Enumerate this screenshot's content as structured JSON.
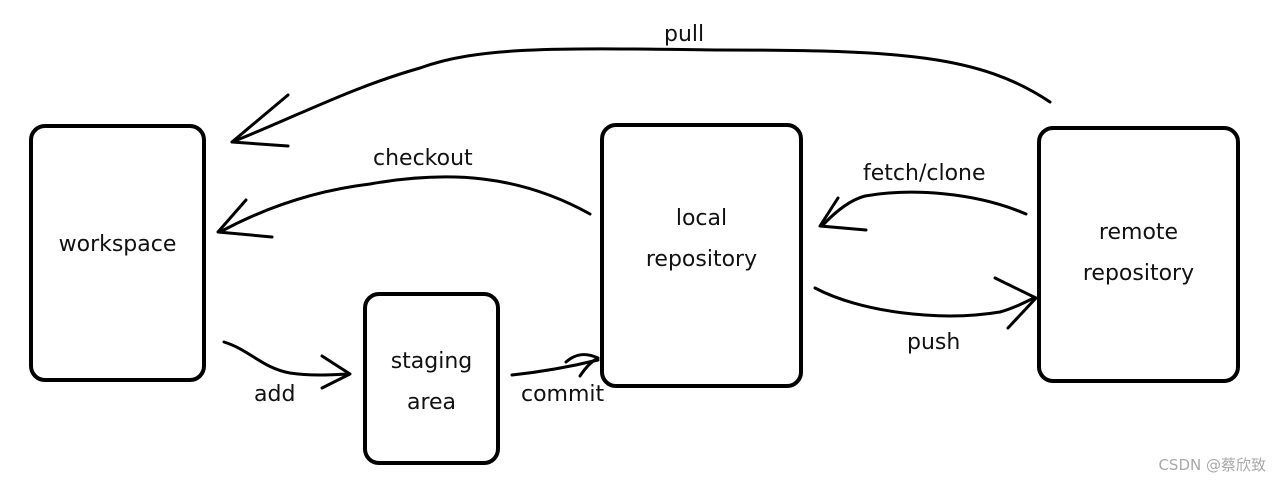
{
  "nodes": {
    "workspace": {
      "lines": [
        "workspace"
      ]
    },
    "staging": {
      "lines": [
        "staging",
        "area"
      ]
    },
    "local": {
      "lines": [
        "local",
        "repository"
      ]
    },
    "remote": {
      "lines": [
        "remote",
        "repository"
      ]
    }
  },
  "edges": {
    "pull": "pull",
    "checkout": "checkout",
    "fetch_clone": "fetch/clone",
    "push": "push",
    "add": "add",
    "commit": "commit"
  },
  "watermark": "CSDN @蔡欣致"
}
